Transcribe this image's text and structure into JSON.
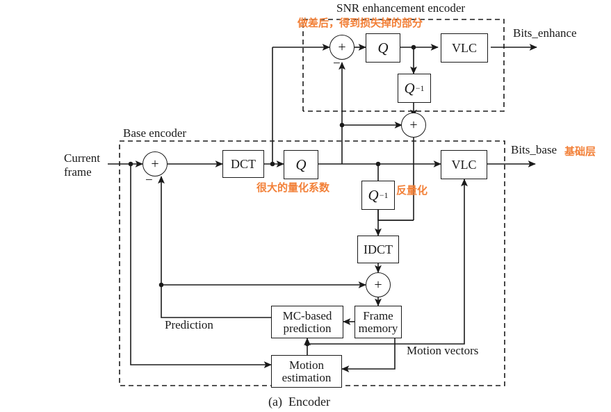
{
  "figure": {
    "caption": "(a)  Encoder",
    "title_top": "SNR enhancement encoder",
    "title_base": "Base encoder"
  },
  "colors": {
    "line": "#1a1a1a",
    "annotation": "#F28038",
    "background": "#ffffff"
  },
  "blocks": {
    "enh_q": "Q",
    "enh_qinv_base": "Q",
    "enh_qinv_sup": "−1",
    "enh_vlc": "VLC",
    "base_dct": "DCT",
    "base_q": "Q",
    "base_qinv_base": "Q",
    "base_qinv_sup": "−1",
    "base_vlc": "VLC",
    "idct": "IDCT",
    "frame_memory_l1": "Frame",
    "frame_memory_l2": "memory",
    "mc_pred_l1": "MC-based",
    "mc_pred_l2": "prediction",
    "motion_est_l1": "Motion",
    "motion_est_l2": "estimation"
  },
  "adders": {
    "enh_sum": "+",
    "enh_minus": "−",
    "mid_sum": "+",
    "base_sum": "+",
    "base_minus": "−",
    "recon_sum": "+"
  },
  "labels": {
    "current_frame_l1": "Current",
    "current_frame_l2": "frame",
    "bits_enhance": "Bits_enhance",
    "bits_base": "Bits_base",
    "prediction": "Prediction",
    "motion_vectors": "Motion vectors"
  },
  "annotations": {
    "enh_diff": "做差后，得到损失掉的部分",
    "big_quant": "很大的量化系数",
    "dequant": "反量化",
    "base_layer": "基础层"
  }
}
